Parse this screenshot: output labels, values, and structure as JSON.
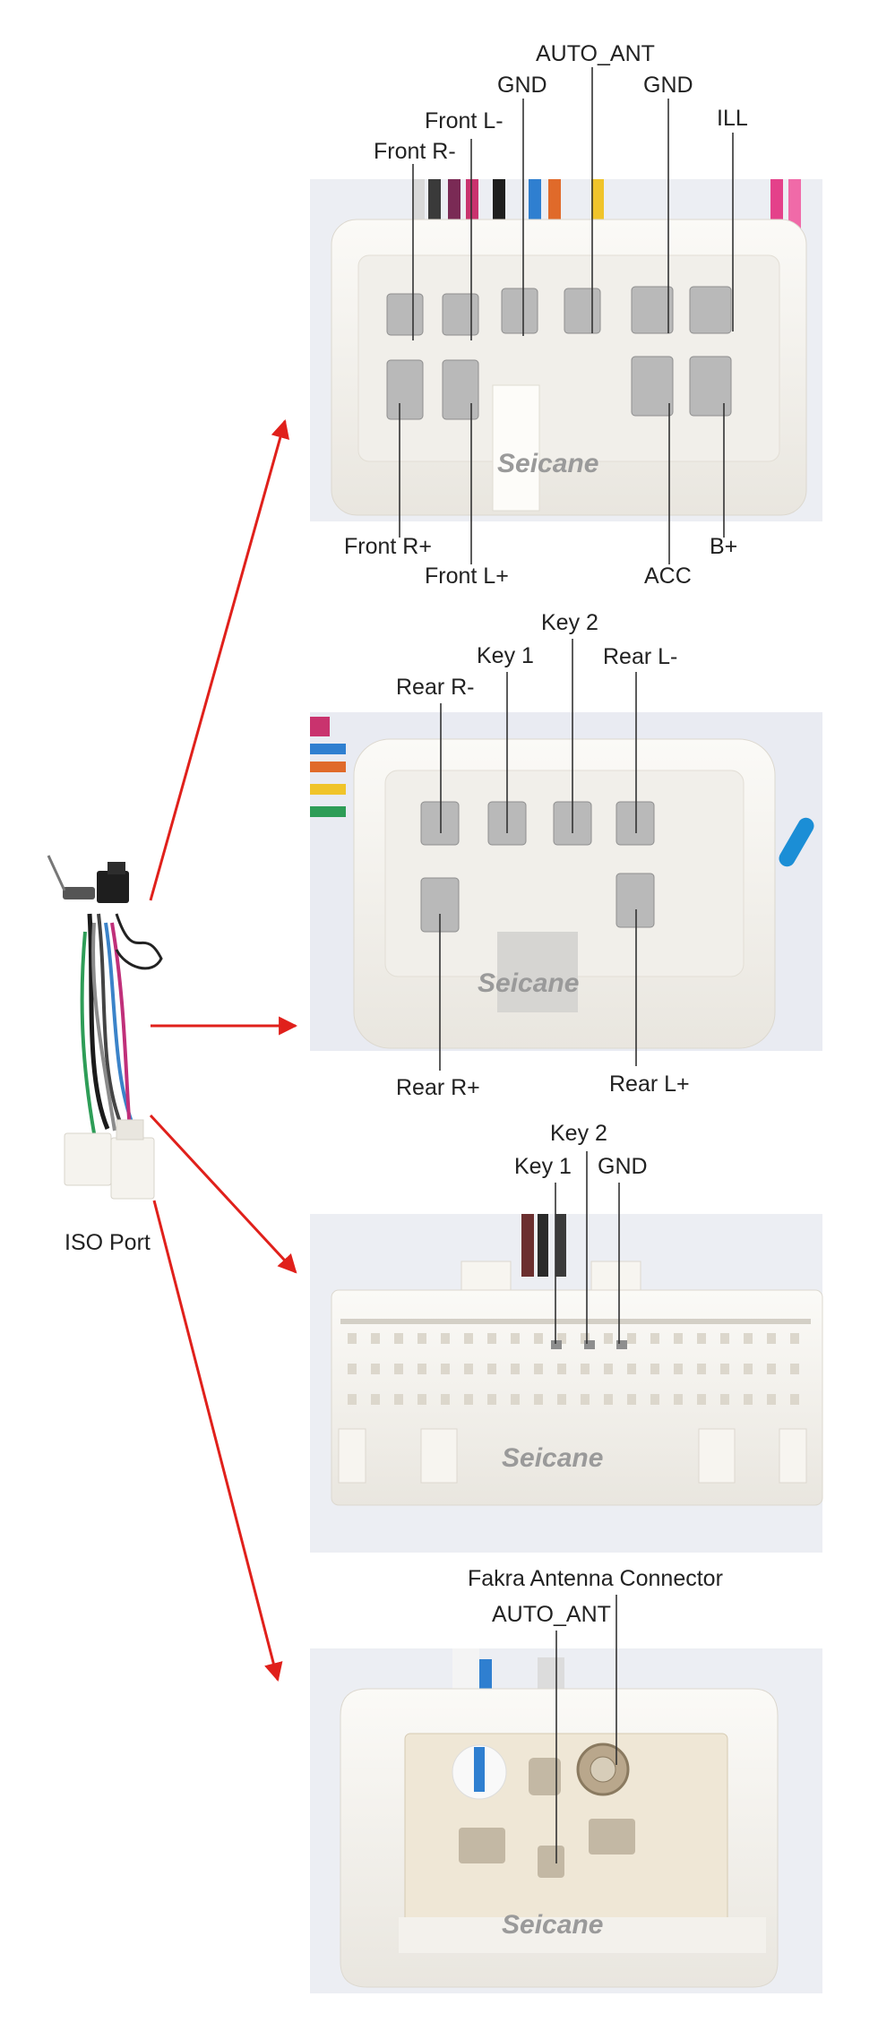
{
  "watermark": "Seicane",
  "harness": {
    "label": "ISO Port"
  },
  "connector1": {
    "pins": {
      "front_r_minus": "Front R-",
      "front_l_minus": "Front L-",
      "gnd_a": "GND",
      "auto_ant": "AUTO_ANT",
      "gnd_b": "GND",
      "ill": "ILL",
      "front_r_plus": "Front R+",
      "front_l_plus": "Front L+",
      "acc": "ACC",
      "b_plus": "B+"
    }
  },
  "connector2": {
    "pins": {
      "rear_r_minus": "Rear R-",
      "key1": "Key 1",
      "key2": "Key 2",
      "rear_l_minus": "Rear L-",
      "rear_r_plus": "Rear R+",
      "rear_l_plus": "Rear L+"
    }
  },
  "connector3": {
    "pins": {
      "key2": "Key 2",
      "key1": "Key 1",
      "gnd": "GND"
    }
  },
  "connector4": {
    "pins": {
      "fakra": "Fakra Antenna Connector",
      "auto_ant": "AUTO_ANT"
    }
  },
  "colors": {
    "arrow": "#e0201b",
    "connector": "#f4f2ee",
    "photo_bg": "#ecedf2"
  }
}
